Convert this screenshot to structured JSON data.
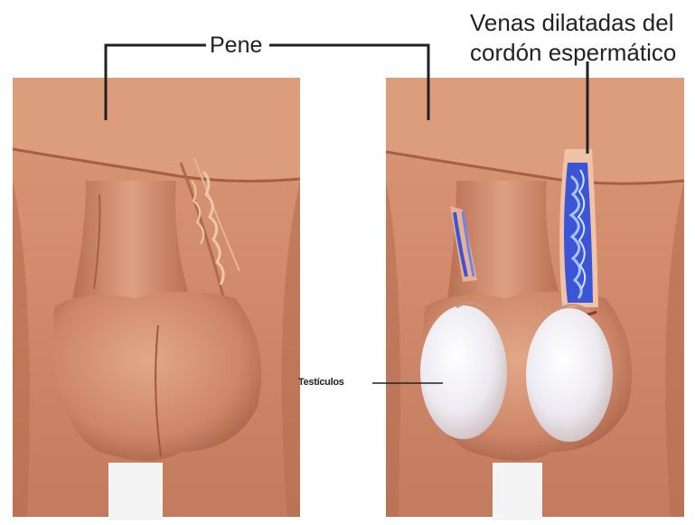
{
  "labels": {
    "penis": "Pene",
    "veins_line1": "Venas dilatadas del",
    "veins_line2": "cordón espermático",
    "testicles": "Testículos"
  },
  "colors": {
    "skin_light": "#e0a384",
    "skin_mid": "#cc8466",
    "skin_dark": "#9f5940",
    "vein_blue": "#3b55d6",
    "vein_highlight": "#a9c4ff",
    "testicle_white": "#f3f3f6",
    "leader_line": "#222222"
  }
}
